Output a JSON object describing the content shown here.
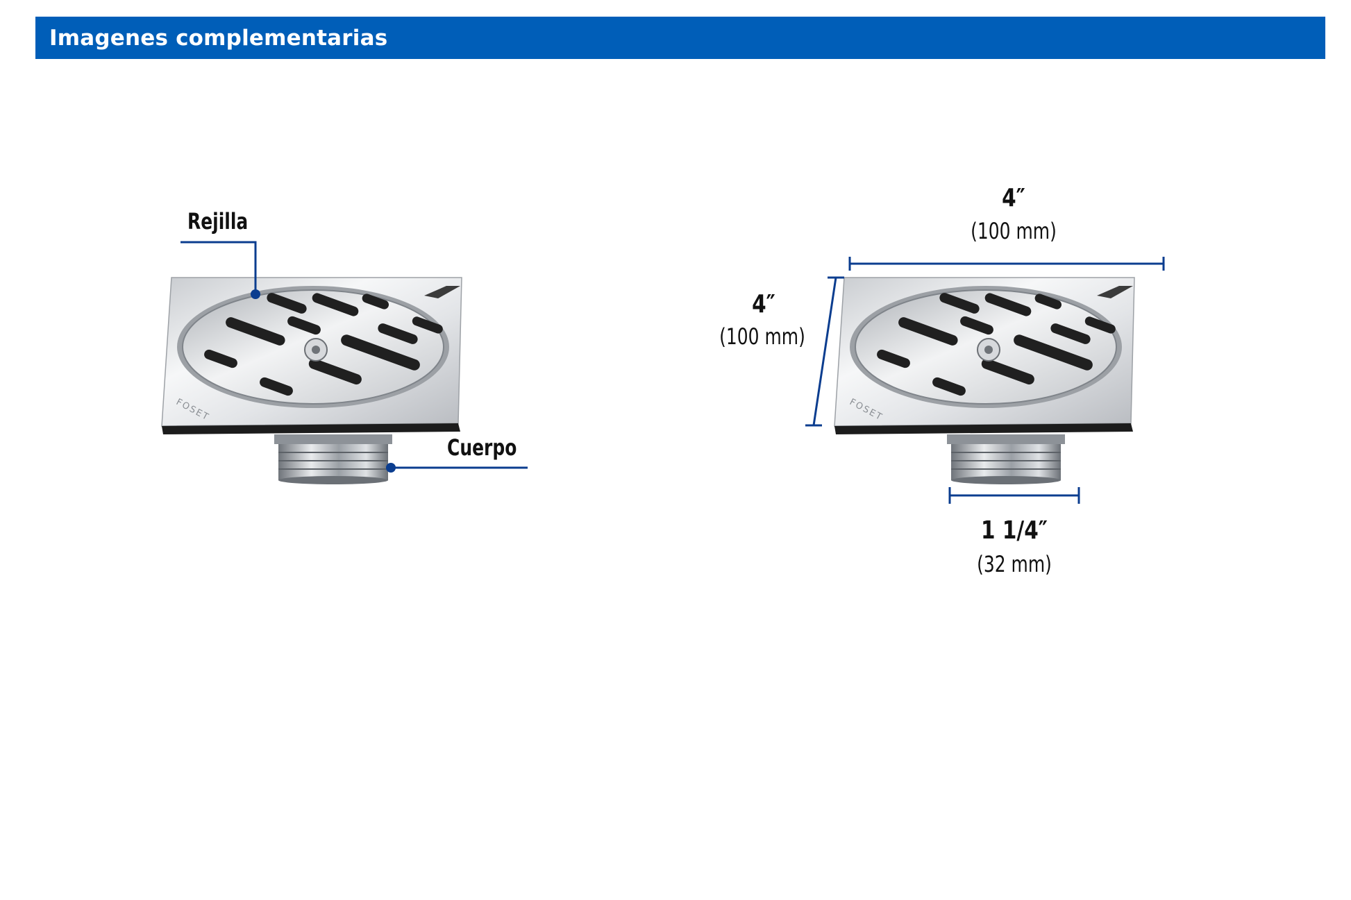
{
  "header": {
    "title": "Imagenes complementarias"
  },
  "left_view": {
    "brand_mark": "FOSET",
    "labels": {
      "top": "Rejilla",
      "bottom": "Cuerpo"
    }
  },
  "right_view": {
    "brand_mark": "FOSET",
    "width": {
      "inch": "4″",
      "mm": "(100 mm)"
    },
    "height": {
      "inch": "4″",
      "mm": "(100 mm)"
    },
    "thread": {
      "inch": "1 1/4″",
      "mm": "(32 mm)"
    }
  },
  "colors": {
    "header_bg": "#005eb8",
    "annotation_line": "#0b3d8f"
  }
}
